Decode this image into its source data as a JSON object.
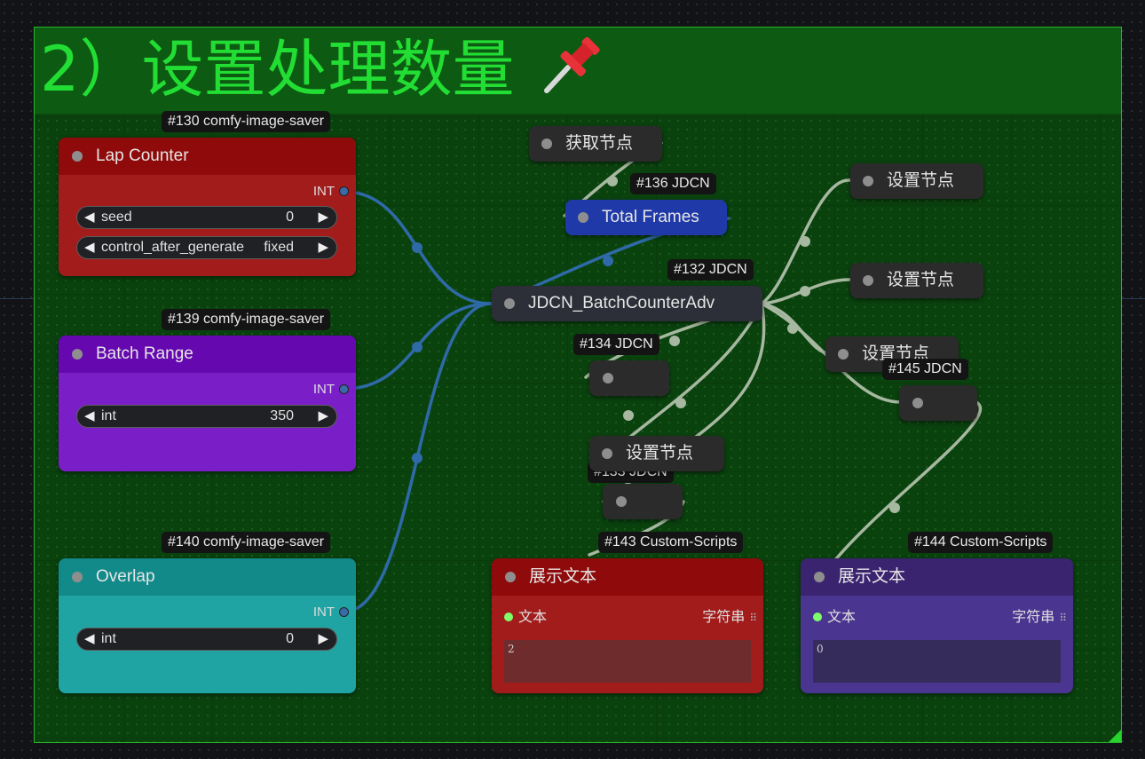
{
  "group": {
    "title": "2）设置处理数量",
    "pin_icon": "pushpin-icon",
    "bg": "#0a420e",
    "border": "#27b52b"
  },
  "nodes": {
    "lap_counter": {
      "badge": "#130 comfy-image-saver",
      "title": "Lap Counter",
      "output": "INT",
      "widgets": [
        {
          "label": "seed",
          "value": "0"
        },
        {
          "label": "control_after_generate",
          "value": "fixed"
        }
      ]
    },
    "batch_range": {
      "badge": "#139 comfy-image-saver",
      "title": "Batch Range",
      "output": "INT",
      "widgets": [
        {
          "label": "int",
          "value": "350"
        }
      ]
    },
    "overlap": {
      "badge": "#140 comfy-image-saver",
      "title": "Overlap",
      "output": "INT",
      "widgets": [
        {
          "label": "int",
          "value": "0"
        }
      ]
    },
    "get_node": {
      "label": "获取节点"
    },
    "total_frames": {
      "badge": "#136 JDCN",
      "title": "Total Frames"
    },
    "batch_counter": {
      "badge": "#132 JDCN",
      "title": "JDCN_BatchCounterAdv"
    },
    "set_node_1": {
      "label": "设置节点"
    },
    "set_node_2": {
      "label": "设置节点"
    },
    "set_node_3": {
      "label": "设置节点"
    },
    "set_node_4": {
      "label": "设置节点"
    },
    "node_134": {
      "badge": "#134 JDCN"
    },
    "node_145": {
      "badge": "#145 JDCN"
    },
    "node_133": {
      "badge": "#133 JDCN"
    },
    "show_text_1": {
      "badge": "#143 Custom-Scripts",
      "title": "展示文本",
      "input": "文本",
      "type": "字符串",
      "value": "2"
    },
    "show_text_2": {
      "badge": "#144 Custom-Scripts",
      "title": "展示文本",
      "input": "文本",
      "type": "字符串",
      "value": "0"
    }
  },
  "colors": {
    "lap_counter": "#9d1212",
    "batch_range": "#6a0fb0",
    "overlap": "#118a8a",
    "total_frames": "#1f3aa8",
    "show_text_1": "#9d1212",
    "show_text_2": "#3e2a78",
    "link_int": "#2f6aa8",
    "link_other": "#a7b8a0"
  }
}
